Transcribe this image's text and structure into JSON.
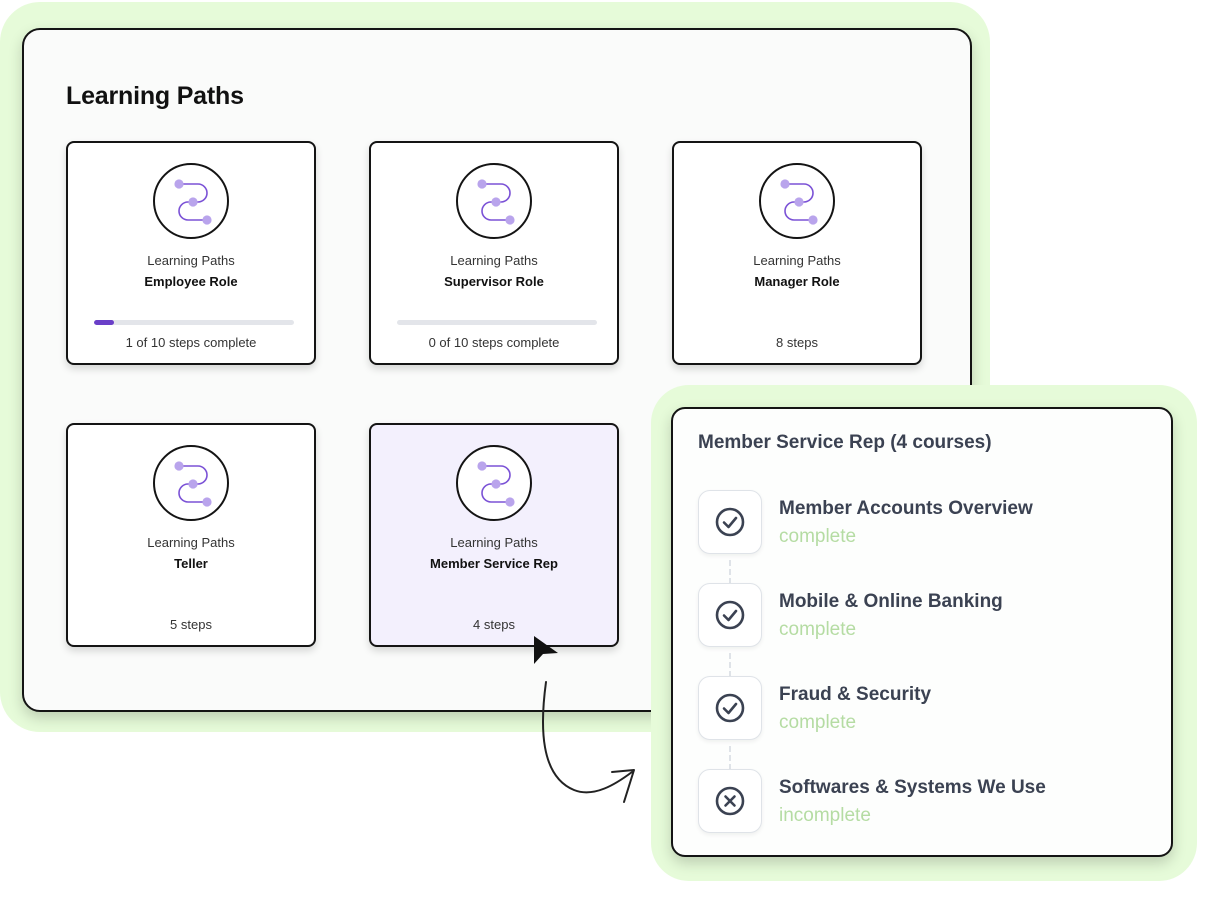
{
  "main": {
    "title": "Learning Paths",
    "cards": [
      {
        "kicker": "Learning Paths",
        "name": "Employee Role",
        "status": "1 of 10 steps complete",
        "progress": 0.1,
        "show_progress": true
      },
      {
        "kicker": "Learning Paths",
        "name": "Supervisor Role",
        "status": "0 of 10 steps complete",
        "progress": 0.0,
        "show_progress": true
      },
      {
        "kicker": "Learning Paths",
        "name": "Manager Role",
        "status": "8 steps",
        "show_progress": false
      },
      {
        "kicker": "Learning Paths",
        "name": "Teller",
        "status": "5 steps",
        "show_progress": false
      },
      {
        "kicker": "Learning Paths",
        "name": "Member Service Rep",
        "status": "4 steps",
        "show_progress": false,
        "selected": true
      }
    ],
    "card_icon": "learning-path-icon"
  },
  "popover": {
    "title": "Member Service Rep (4 courses)",
    "courses": [
      {
        "name": "Member Accounts Overview",
        "status": "complete",
        "icon": "check-circle-icon"
      },
      {
        "name": "Mobile & Online Banking",
        "status": "complete",
        "icon": "check-circle-icon"
      },
      {
        "name": "Fraud & Security",
        "status": "complete",
        "icon": "check-circle-icon"
      },
      {
        "name": "Softwares & Systems We Use",
        "status": "incomplete",
        "icon": "x-circle-icon"
      }
    ]
  },
  "colors": {
    "accent": "#6a3fc8",
    "path_icon_dot": "#b9a4ec",
    "path_icon_line": "#7b52d6",
    "status_text": "#b5dca3",
    "glow": "#e6fbd9",
    "selected_card": "#f3f0fd"
  }
}
